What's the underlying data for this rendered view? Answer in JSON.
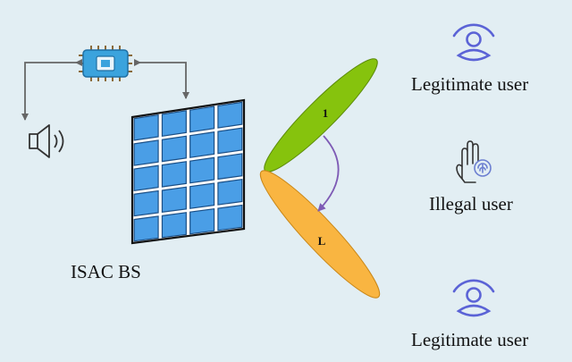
{
  "labels": {
    "bs": "ISAC BS",
    "user_top": "Legitimate user",
    "illegal": "Illegal user",
    "user_bottom": "Legitimate user"
  },
  "beams": {
    "first": "1",
    "last": "L"
  },
  "icons": {
    "processor": "chip-icon",
    "speaker": "speaker-icon",
    "legitimate_user": "user-icon",
    "illegal_user": "hand-fingerprint-icon",
    "antenna_array": "antenna-panel"
  },
  "colors": {
    "background": "#e2eef3",
    "beam_1": "#86c30d",
    "beam_L": "#f9b541",
    "panel": "#4a9ee6",
    "user_icon": "#5b63d6",
    "sweep_arrow": "#7e5bb5"
  }
}
